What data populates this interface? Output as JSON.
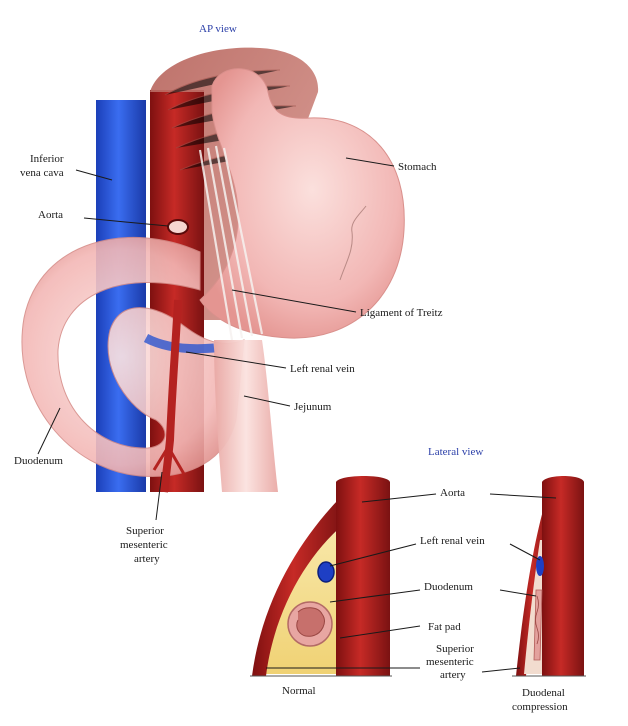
{
  "titles": {
    "ap_view": "AP view",
    "lateral_view": "Lateral view"
  },
  "ap_labels": {
    "ivc_line1": "Inferior",
    "ivc_line2": "vena cava",
    "aorta": "Aorta",
    "stomach": "Stomach",
    "treitz": "Ligament of Treitz",
    "left_renal_vein": "Left renal vein",
    "jejunum": "Jejunum",
    "duodenum": "Duodenum",
    "sma_line1": "Superior",
    "sma_line2": "mesenteric",
    "sma_line3": "artery"
  },
  "lateral_labels": {
    "aorta": "Aorta",
    "left_renal_vein": "Left renal vein",
    "duodenum": "Duodenum",
    "fat_pad": "Fat pad",
    "sma_line1": "Superior",
    "sma_line2": "mesenteric",
    "sma_line3": "artery",
    "normal": "Normal",
    "compression_line1": "Duodenal",
    "compression_line2": "compression"
  },
  "colors": {
    "ivc": "#2356d6",
    "aorta": "#a81e1e",
    "stomach": "#f2b7b5",
    "muscle": "#c97a72",
    "fat_pad": "#f4dc86",
    "duodenum": "#f0a9a8",
    "title": "#2b3fa8"
  }
}
